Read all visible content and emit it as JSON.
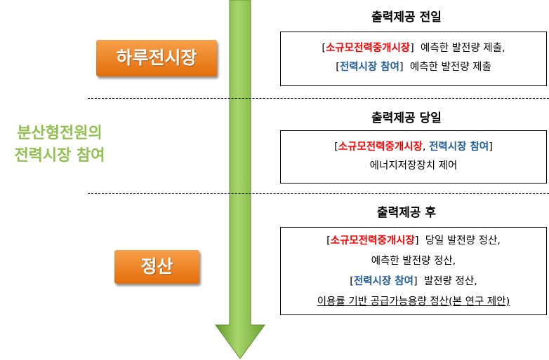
{
  "side_title": {
    "line1": "분산형전원의",
    "line2": "전력시장 참여"
  },
  "buttons": {
    "day_ahead": "하루전시장",
    "settlement": "정산"
  },
  "sections": {
    "before": {
      "header": "출력제공 전일",
      "line1": {
        "open": "[",
        "red": "소규모전력중개시장",
        "close": "]",
        "rest": "  예측한 발전량 제출,"
      },
      "line2": {
        "open": "[",
        "blue": "전력시장 참여",
        "close": "]",
        "rest": "  예측한 발전량 제출"
      }
    },
    "same_day": {
      "header": "출력제공 당일",
      "line1": {
        "open": "[",
        "red": "소규모전력중개시장",
        "sep": ", ",
        "blue": "전력시장 참여",
        "close": "]"
      },
      "line2": "에너지저장장치 제어"
    },
    "after": {
      "header": "출력제공 후",
      "line1": {
        "open": "[",
        "red": "소규모전력중개시장",
        "close": "]",
        "rest": "  당일 발전량 정산,"
      },
      "line2": "예측한 발전량 정산,",
      "line3": {
        "open": "[",
        "blue": "전력시장 참여",
        "close": "]",
        "rest": "  발전량 정산,"
      },
      "line4": "이용률 기반 공급가능용량 정산(본 연구 제안)"
    }
  },
  "colors": {
    "arrow_green": "#8cc63f",
    "button_orange": "#f08a24",
    "accent_red": "#ff0000",
    "accent_blue": "#1f5c9e",
    "side_title_green": "#92c050"
  }
}
